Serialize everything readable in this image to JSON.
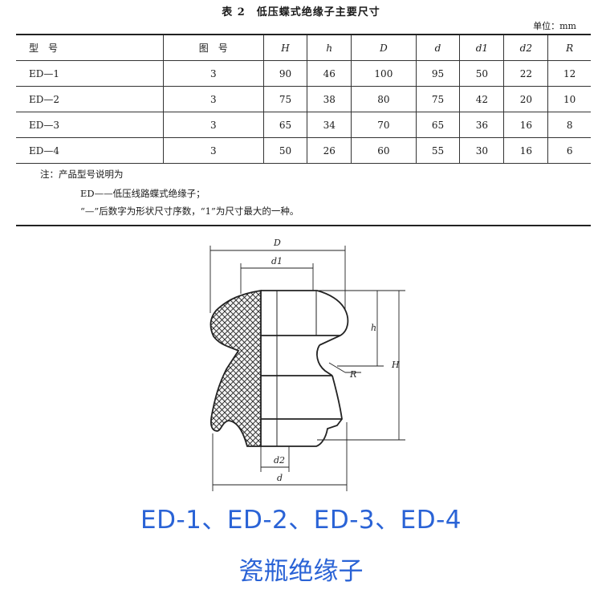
{
  "table": {
    "title": "表 2　低压蝶式绝缘子主要尺寸",
    "unit": "单位：mm",
    "headers": [
      "型　号",
      "图　号",
      "H",
      "h",
      "D",
      "d",
      "d1",
      "d2",
      "R"
    ],
    "rows": [
      [
        "ED—1",
        "3",
        "90",
        "46",
        "100",
        "95",
        "50",
        "22",
        "12"
      ],
      [
        "ED—2",
        "3",
        "75",
        "38",
        "80",
        "75",
        "42",
        "20",
        "10"
      ],
      [
        "ED—3",
        "3",
        "65",
        "34",
        "70",
        "65",
        "36",
        "16",
        "8"
      ],
      [
        "ED—4",
        "3",
        "50",
        "26",
        "60",
        "55",
        "30",
        "16",
        "6"
      ]
    ],
    "notes": [
      "注：产品型号说明为",
      "ED——低压线路蝶式绝缘子；",
      "“—”后数字为形状尺寸序数，“1”为尺寸最大的一种。"
    ]
  },
  "drawing": {
    "labels": {
      "D": "D",
      "d1": "d1",
      "h": "h",
      "H": "H",
      "R": "R",
      "d2": "d2",
      "d": "d"
    }
  },
  "caption": {
    "models": "ED-1、ED-2、ED-3、ED-4",
    "product_name": "瓷瓶绝缘子"
  }
}
